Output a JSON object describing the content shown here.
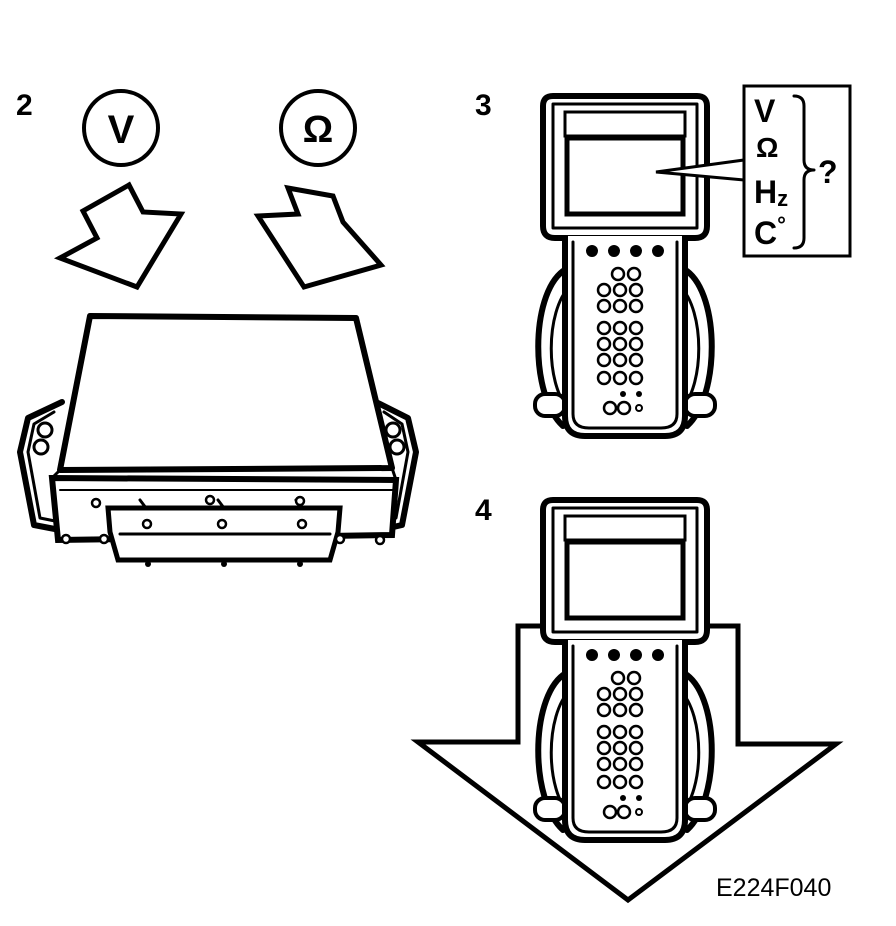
{
  "steps": {
    "step2": "2",
    "step3": "3",
    "step4": "4"
  },
  "symbols": {
    "volt": "V",
    "ohm": "Ω",
    "units": [
      "V",
      "Ω",
      "Hz",
      "C°"
    ],
    "units_hz_main": "H",
    "units_hz_sub": "z",
    "units_deg_main": "C",
    "units_deg_sup": "°",
    "question": "?"
  },
  "figure_code": "E224F040",
  "icons": [
    "voltmeter-circle-icon",
    "ohmmeter-circle-icon",
    "control-unit-icon",
    "scan-tool-icon",
    "down-arrow-icon"
  ]
}
